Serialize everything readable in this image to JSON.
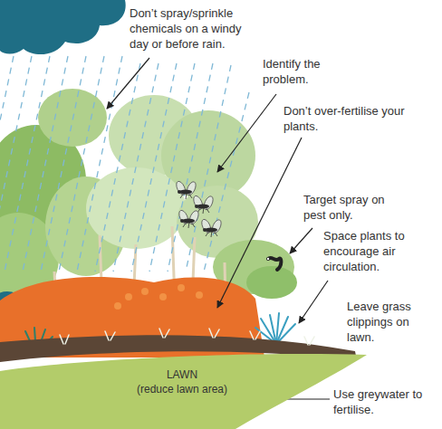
{
  "diagram": {
    "nodes": [
      {
        "text": [
          "LAWN",
          "(reduce lawn area)"
        ]
      }
    ],
    "labels": [
      "Don’t spray/sprinkle chemicals on a windy day or before rain.",
      "Identify the problem.",
      "Don’t over-fertilise your plants.",
      "Target spray on pest only.",
      "Space plants to encourage air circulation.",
      "Leave grass clippings on lawn.",
      "Use greywater to fertilise."
    ]
  }
}
